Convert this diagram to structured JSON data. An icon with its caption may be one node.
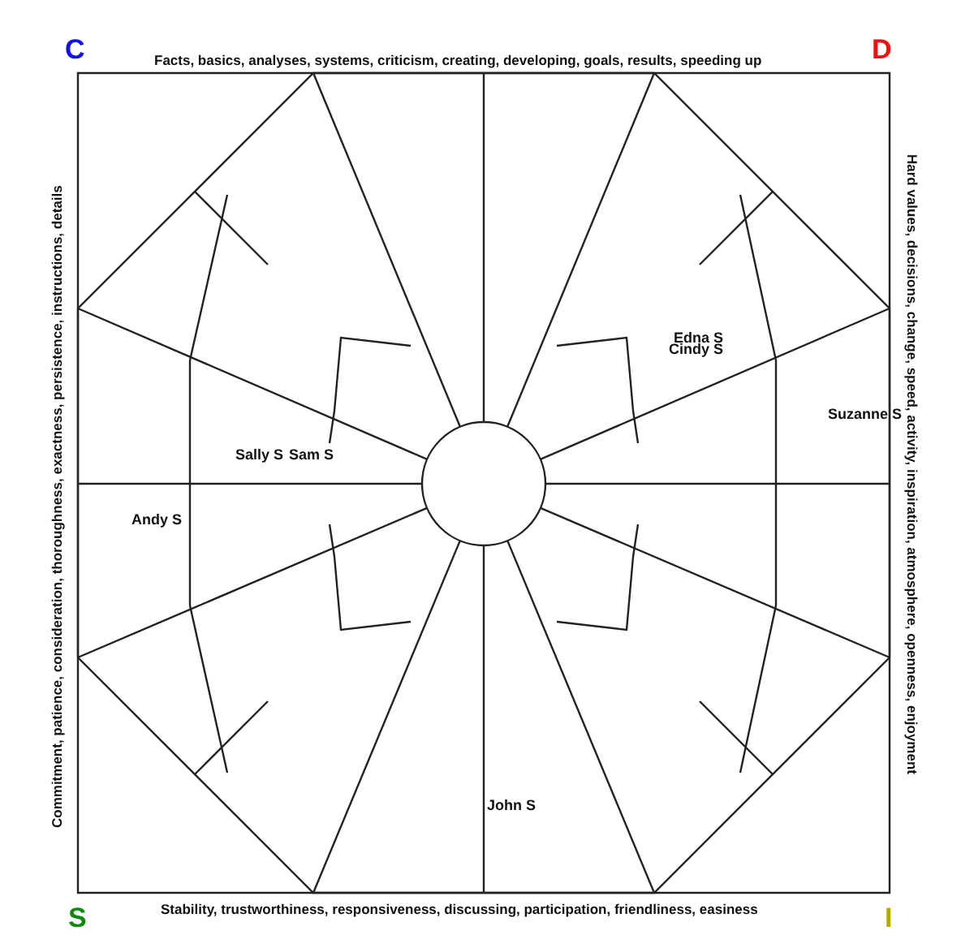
{
  "diagram": {
    "labels": [
      "C",
      "Facts, basics, analyses, systems, criticism, creating, developing, goals, results, speeding up",
      "D",
      "Commitment, patience, consideration, thoroughness, exactness, persistence, instructions, details",
      "Hard values, decisions, change, speed, activity, inspiration, atmosphere, openness, enjoyment",
      "Edna S",
      "Cindy S",
      "Suzanne S",
      "Sally S",
      "Sam S",
      "Andy S",
      "John S",
      "S",
      "Stability, trustworthiness, responsiveness, discussing, participation, friendliness, easiness",
      "I"
    ]
  }
}
